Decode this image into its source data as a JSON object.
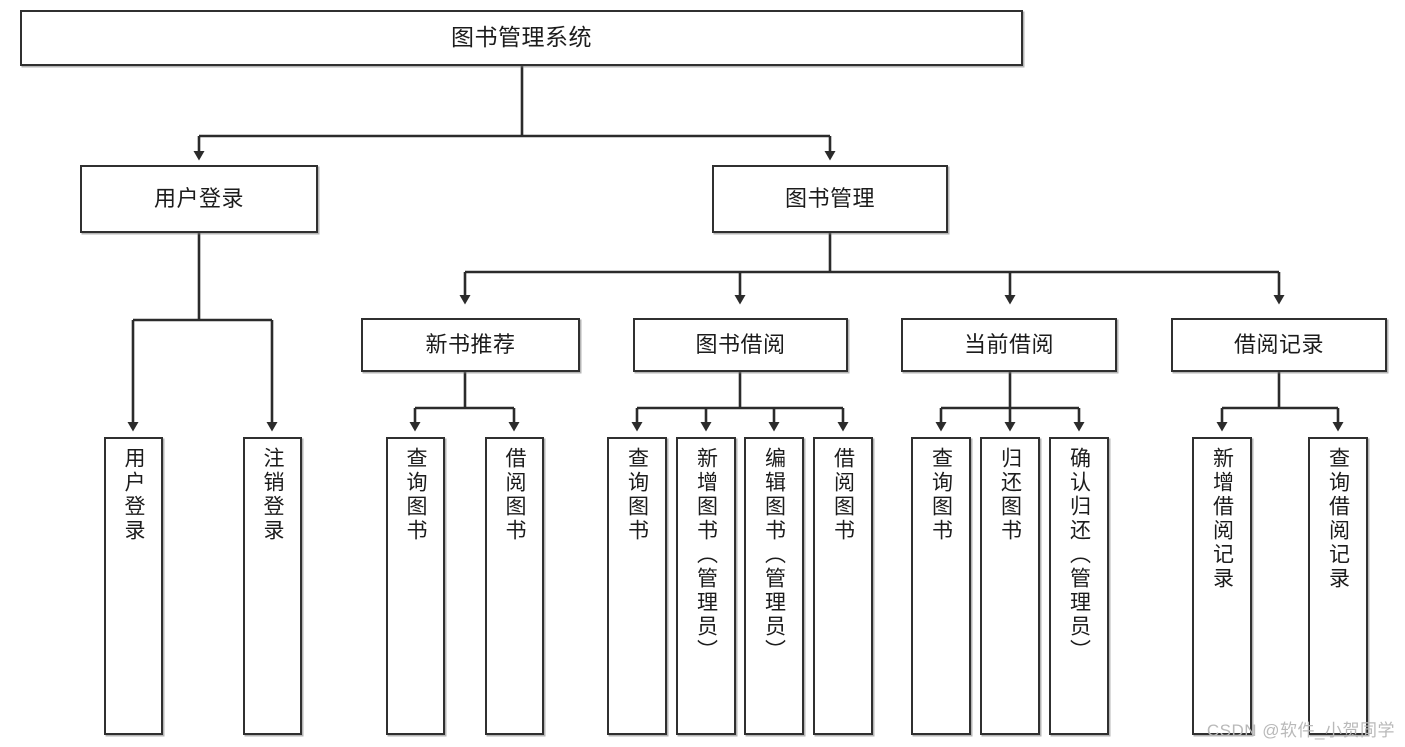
{
  "diagram": {
    "title_node": {
      "label": "图书管理系统"
    },
    "level1": [
      {
        "label": "用户登录"
      },
      {
        "label": "图书管理"
      }
    ],
    "level2": [
      {
        "label": "新书推荐"
      },
      {
        "label": "图书借阅"
      },
      {
        "label": "当前借阅"
      },
      {
        "label": "借阅记录"
      }
    ],
    "leaves": {
      "user_login": [
        {
          "label": "用户登录"
        },
        {
          "label": "注销登录"
        }
      ],
      "new_book_recommend": [
        {
          "label": "查询图书"
        },
        {
          "label": "借阅图书"
        }
      ],
      "book_borrow": [
        {
          "label": "查询图书"
        },
        {
          "label": "新增图书（管理员）"
        },
        {
          "label": "编辑图书（管理员）"
        },
        {
          "label": "借阅图书"
        }
      ],
      "current_borrow": [
        {
          "label": "查询图书"
        },
        {
          "label": "归还图书"
        },
        {
          "label": "确认归还（管理员）"
        }
      ],
      "borrow_record": [
        {
          "label": "新增借阅记录"
        },
        {
          "label": "查询借阅记录"
        }
      ]
    }
  },
  "watermark": {
    "text": "CSDN @软件_小贺同学"
  },
  "colors": {
    "box_border": "#303030",
    "box_fill": "#ffffff",
    "line": "#2b2b2b",
    "text": "#1c1c1c",
    "watermark": "#b9b9b9"
  }
}
